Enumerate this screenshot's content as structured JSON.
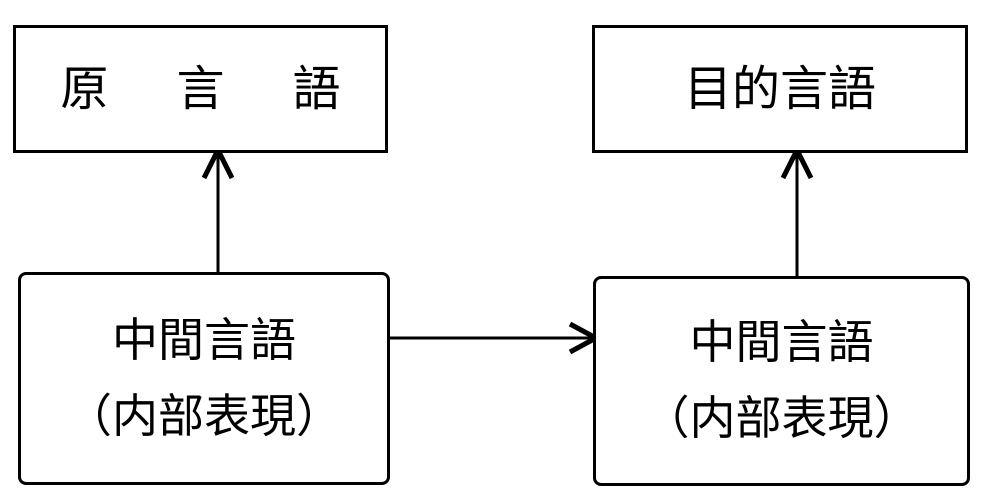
{
  "diagram": {
    "boxes": {
      "source_language": {
        "label": "原 言 語"
      },
      "target_language": {
        "label": "目的言語"
      },
      "intermediate_left": {
        "label": "中間言語",
        "sublabel": "（内部表現）"
      },
      "intermediate_right": {
        "label": "中間言語",
        "sublabel": "（内部表現）"
      }
    },
    "colors": {
      "stroke": "#000000",
      "background": "#ffffff"
    }
  }
}
